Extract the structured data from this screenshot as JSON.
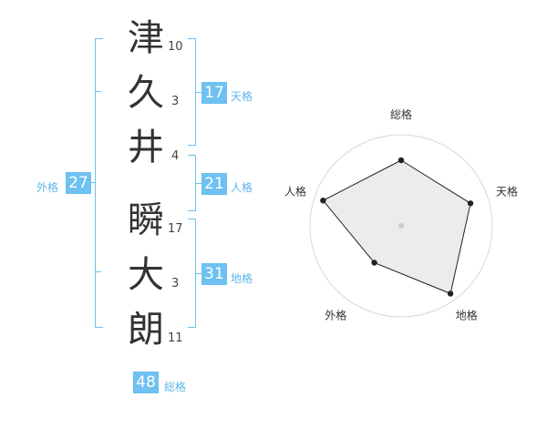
{
  "name_chars": [
    {
      "char": "津",
      "strokes": "10"
    },
    {
      "char": "久",
      "strokes": "3"
    },
    {
      "char": "井",
      "strokes": "4"
    },
    {
      "char": "瞬",
      "strokes": "17"
    },
    {
      "char": "大",
      "strokes": "3"
    },
    {
      "char": "朗",
      "strokes": "11"
    }
  ],
  "kakusu": {
    "tenkaku": {
      "value": "17",
      "label": "天格"
    },
    "jinkaku": {
      "value": "21",
      "label": "人格"
    },
    "chikaku": {
      "value": "31",
      "label": "地格"
    },
    "gaikaku": {
      "value": "27",
      "label": "外格"
    },
    "soukaku": {
      "value": "48",
      "label": "総格"
    }
  },
  "colors": {
    "accent": "#6ec1f0",
    "text": "#333333"
  },
  "chart_data": {
    "type": "radar",
    "axes": [
      "総格",
      "天格",
      "地格",
      "外格",
      "人格"
    ],
    "values": [
      0.72,
      0.8,
      0.92,
      0.5,
      0.9
    ],
    "range": [
      0,
      1
    ],
    "grid": true,
    "rings": 4
  }
}
